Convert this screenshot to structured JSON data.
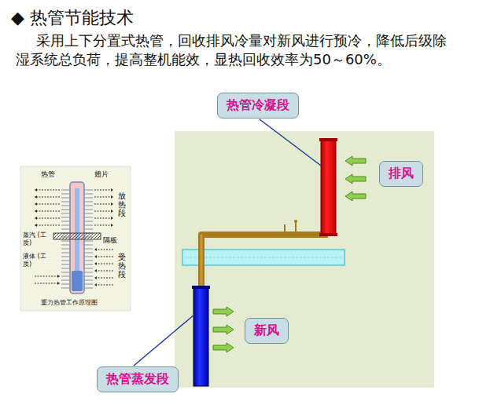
{
  "diagram": {
    "title": "◆ 热管节能技术",
    "nodes": [
      {
        "text": [
          "热管冷凝段"
        ]
      },
      {
        "text": [
          "排风"
        ]
      },
      {
        "text": [
          "新风"
        ]
      },
      {
        "text": [
          "热管蒸发段"
        ]
      }
    ],
    "labels": [
      "采用上下分置式热管，回收排风冷量对新风进行预冷，降低后级除湿系统总负荷，提高整机能效，显热回收效率为50～60%。",
      "热管",
      "翅片",
      "放热段",
      "蒸汽 (工质)",
      "隔板",
      "液体 (工质)",
      "受热段",
      "重力热管工作原理图"
    ]
  }
}
